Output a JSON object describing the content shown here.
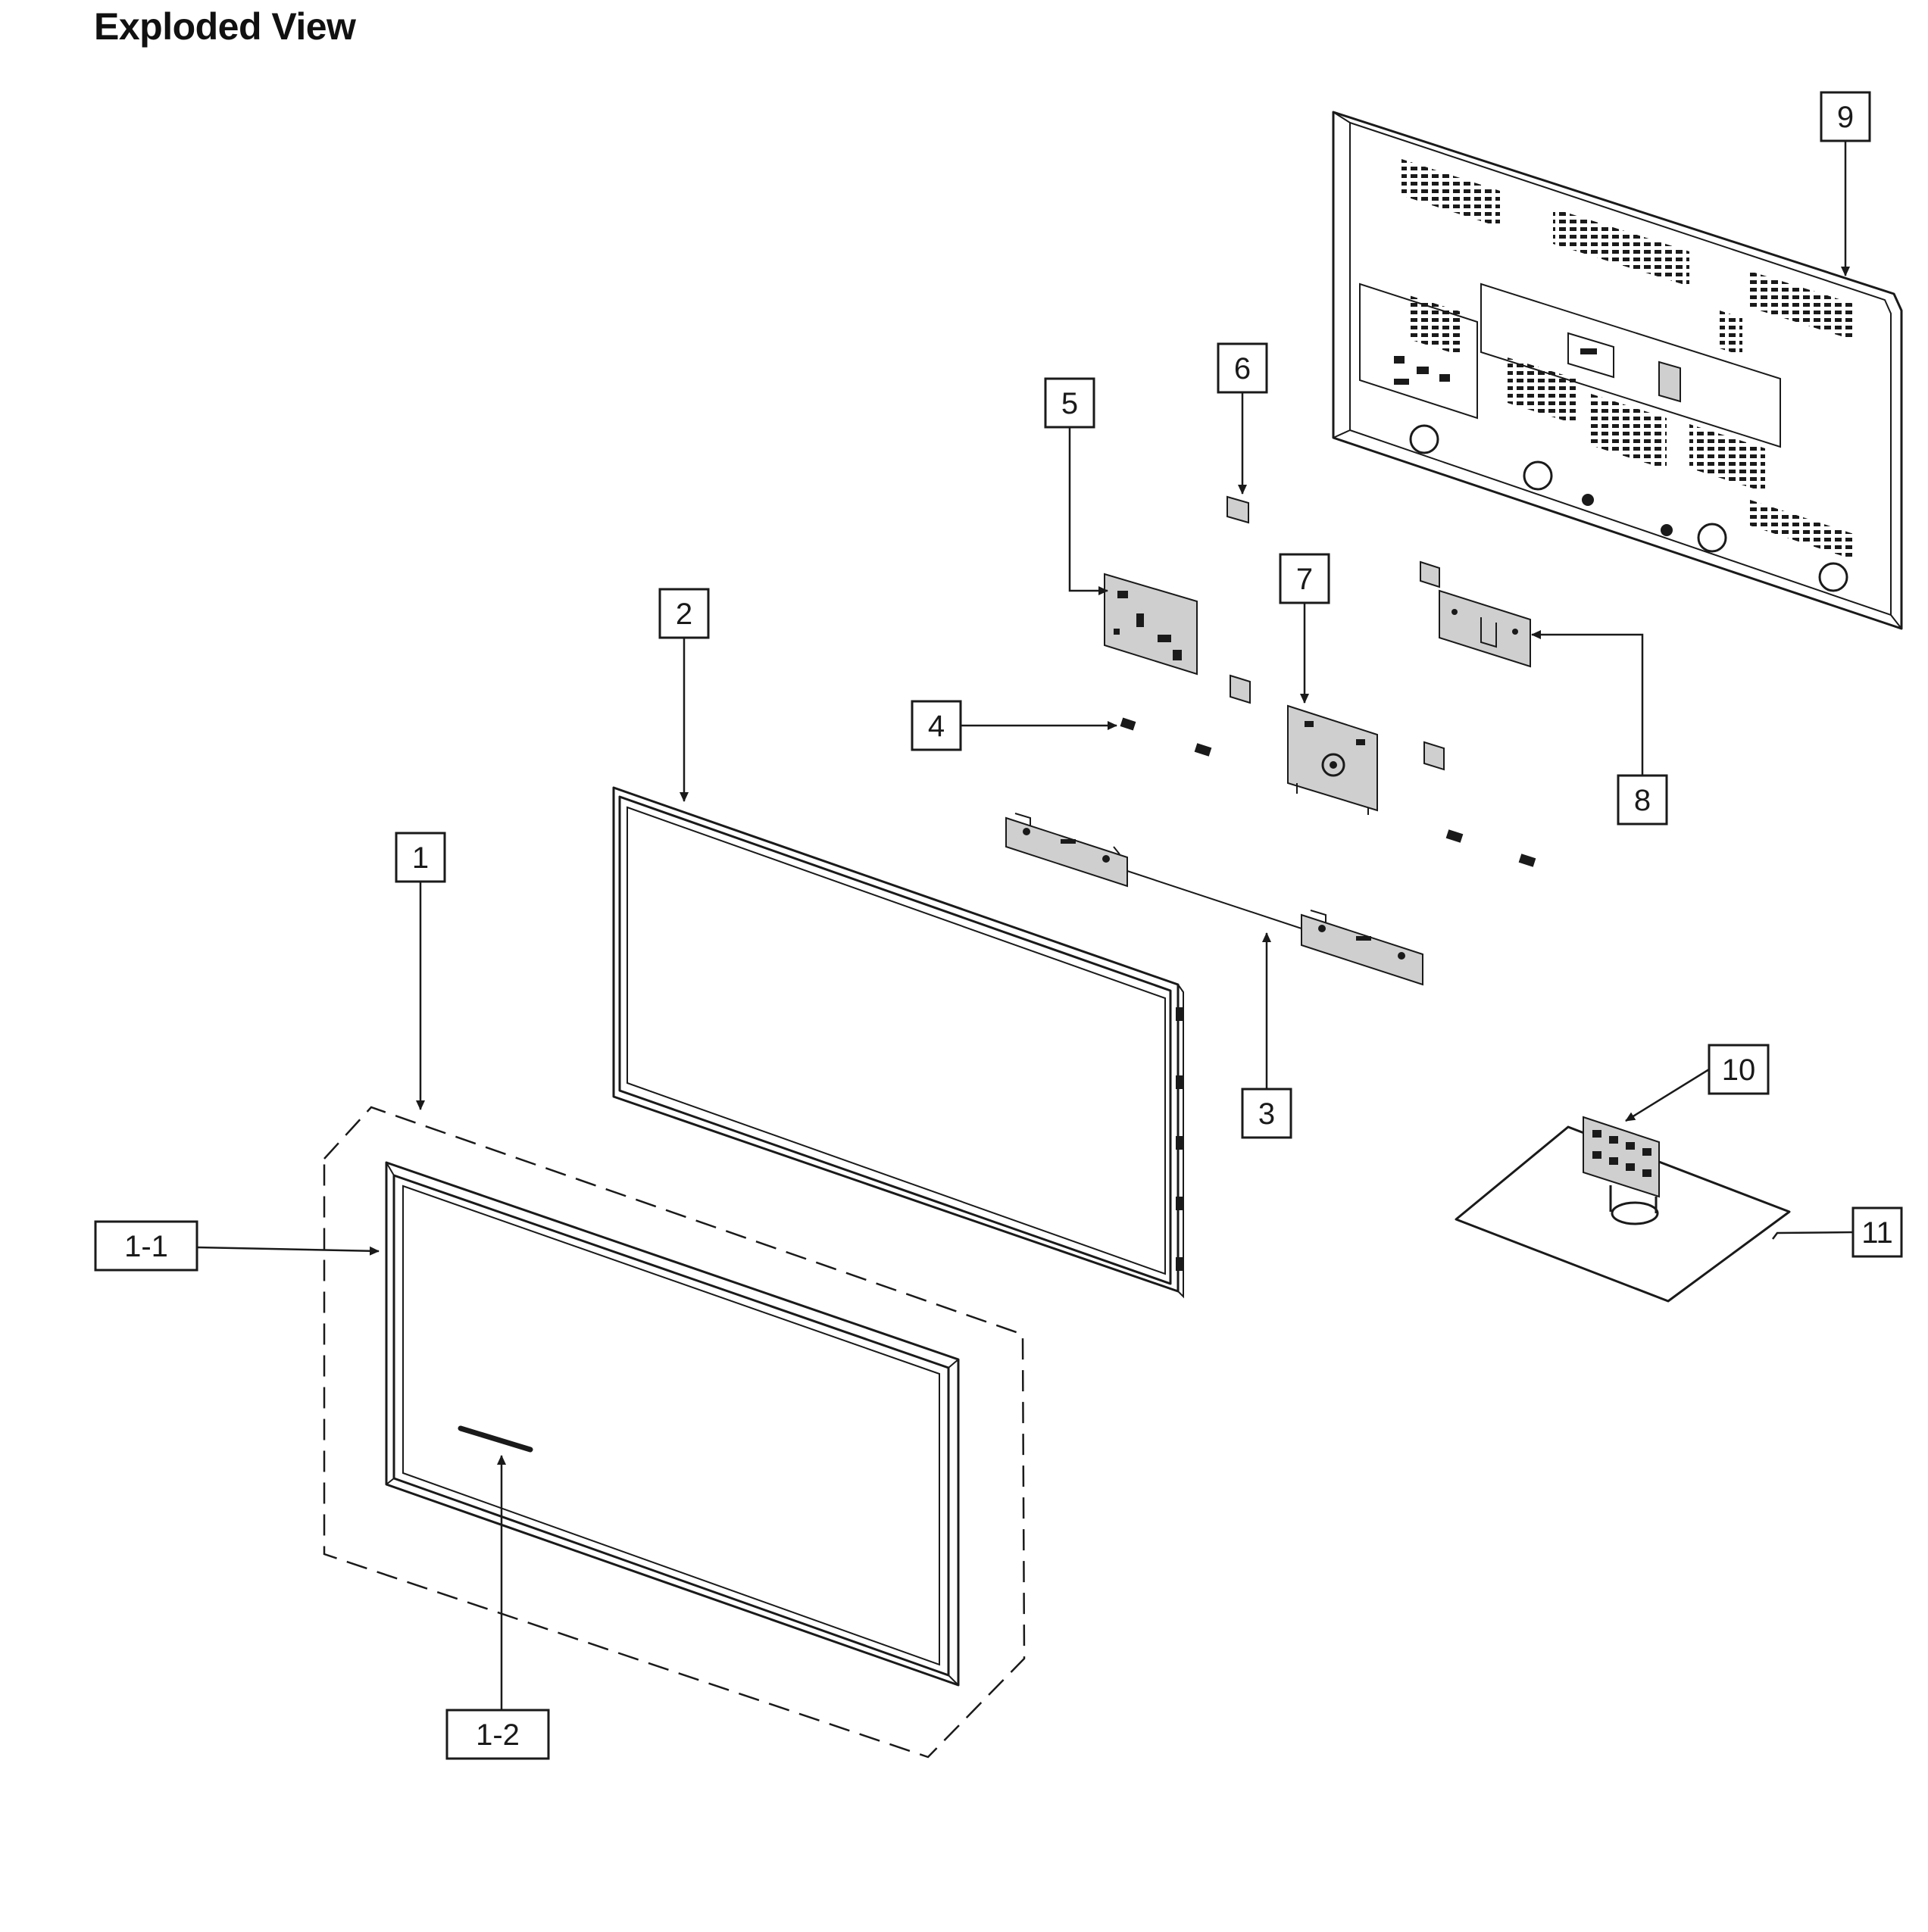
{
  "title": "Exploded View",
  "callouts": {
    "c1": "1",
    "c1_1": "1-1",
    "c1_2": "1-2",
    "c2": "2",
    "c3": "3",
    "c4": "4",
    "c5": "5",
    "c6": "6",
    "c7": "7",
    "c8": "8",
    "c9": "9",
    "c10": "10",
    "c11": "11"
  }
}
